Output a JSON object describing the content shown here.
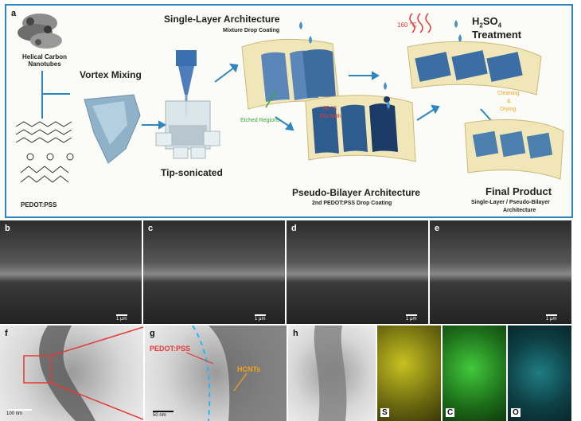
{
  "panel_a": {
    "label": "a",
    "helical_cnt": "Helical Carbon Nanotubes",
    "vortex": "Vortex Mixing",
    "pedot": "PEDOT:PSS",
    "tip_sonic": "Tip-sonicated",
    "single_layer": "Single-Layer Architecture",
    "mixture_drop": "Mixture Drop Coating",
    "etched": "Etched Regions",
    "eg_bath_temp": "60 °C",
    "eg_bath": "EG Bath",
    "temp160": "160 °C",
    "h2so4": "H2SO4",
    "treatment": "Treatment",
    "cleaning": "Cleaning",
    "amp": "&",
    "drying": "Drying",
    "pseudo_bilayer": "Pseudo-Bilayer Architecture",
    "second_coating": "2nd PEDOT:PSS Drop Coating",
    "final_product": "Final Product",
    "final_sub1": "Single-Layer / Pseudo-Bilayer",
    "final_sub2": "Architecture"
  },
  "sem_panels": [
    {
      "label": "b",
      "scale": "1 μm"
    },
    {
      "label": "c",
      "scale": "1 μm"
    },
    {
      "label": "d",
      "scale": "1 μm"
    },
    {
      "label": "e",
      "scale": "1 μm"
    }
  ],
  "tem_panels": {
    "f": {
      "label": "f",
      "scale": "100 nm"
    },
    "g": {
      "label": "g",
      "scale": "50 nm",
      "pedot": "PEDOT:PSS",
      "hcnt": "HCNTs"
    },
    "h": {
      "label": "h"
    }
  },
  "eds": [
    {
      "label": "S"
    },
    {
      "label": "C"
    },
    {
      "label": "O"
    }
  ],
  "colors": {
    "frame": "#2e86c1",
    "arrow": "#2e86c1",
    "highlight": "#e53935",
    "etched": "#3aa935",
    "cleaning": "#f2a516",
    "dashed": "#29b6f6"
  }
}
